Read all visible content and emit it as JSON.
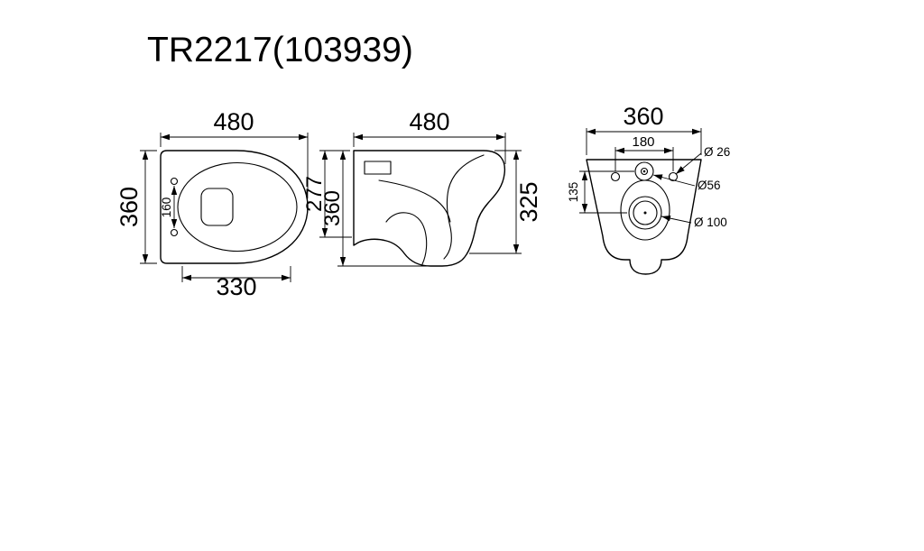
{
  "title": "TR2217(103939)",
  "views": {
    "top": {
      "dim_width": "480",
      "dim_depth": "360",
      "dim_hinge_span": "160",
      "dim_seat_length": "330"
    },
    "side": {
      "dim_depth": "480",
      "dim_height_secondary": "277",
      "dim_height": "360",
      "dim_front_height": "325"
    },
    "rear": {
      "dim_width": "360",
      "dim_hole_spacing": "180",
      "dim_inlet_drop": "135",
      "dim_hole_diameter": "Ø 26",
      "dim_inlet_diameter": "Ø56",
      "dim_outlet_diameter": "Ø 100"
    }
  }
}
